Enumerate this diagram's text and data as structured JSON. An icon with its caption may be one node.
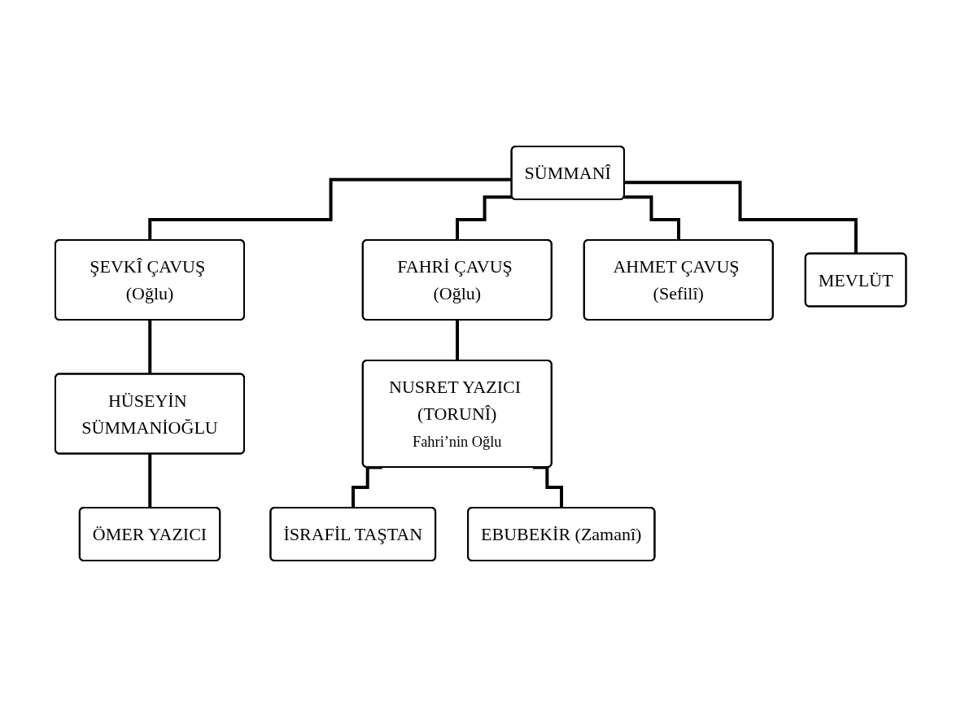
{
  "diagram": {
    "nodes": [
      {
        "text": [
          "SÜMMANÎ"
        ]
      },
      {
        "text": [
          "ŞEVKÎ ÇAVUŞ (Oğlu)"
        ]
      },
      {
        "text": [
          "FAHRİ ÇAVUŞ (Oğlu)"
        ]
      },
      {
        "text": [
          "AHMET ÇAVUŞ (Sefilî)"
        ]
      },
      {
        "text": [
          "MEVLÜT"
        ]
      },
      {
        "text": [
          "HÜSEYİN SÜMMANİOĞLU"
        ]
      },
      {
        "text": [
          "ÖMER YAZICI"
        ]
      },
      {
        "text": [
          "NUSRET YAZICI (TORUNÎ)",
          "Fahri’nin Oğlu"
        ]
      },
      {
        "text": [
          "İSRAFİL TAŞTAN"
        ]
      },
      {
        "text": [
          "EBUBEKİR (Zamanî)"
        ]
      }
    ],
    "edges": [
      {
        "from": 0,
        "to": 1,
        "arrow": "none"
      },
      {
        "from": 0,
        "to": 2,
        "arrow": "none"
      },
      {
        "from": 0,
        "to": 3,
        "arrow": "none"
      },
      {
        "from": 0,
        "to": 4,
        "arrow": "none"
      },
      {
        "from": 1,
        "to": 5,
        "arrow": "none"
      },
      {
        "from": 5,
        "to": 6,
        "arrow": "none"
      },
      {
        "from": 2,
        "to": 7,
        "arrow": "none"
      },
      {
        "from": 7,
        "to": 8,
        "arrow": "none"
      },
      {
        "from": 7,
        "to": 9,
        "arrow": "none"
      }
    ]
  }
}
